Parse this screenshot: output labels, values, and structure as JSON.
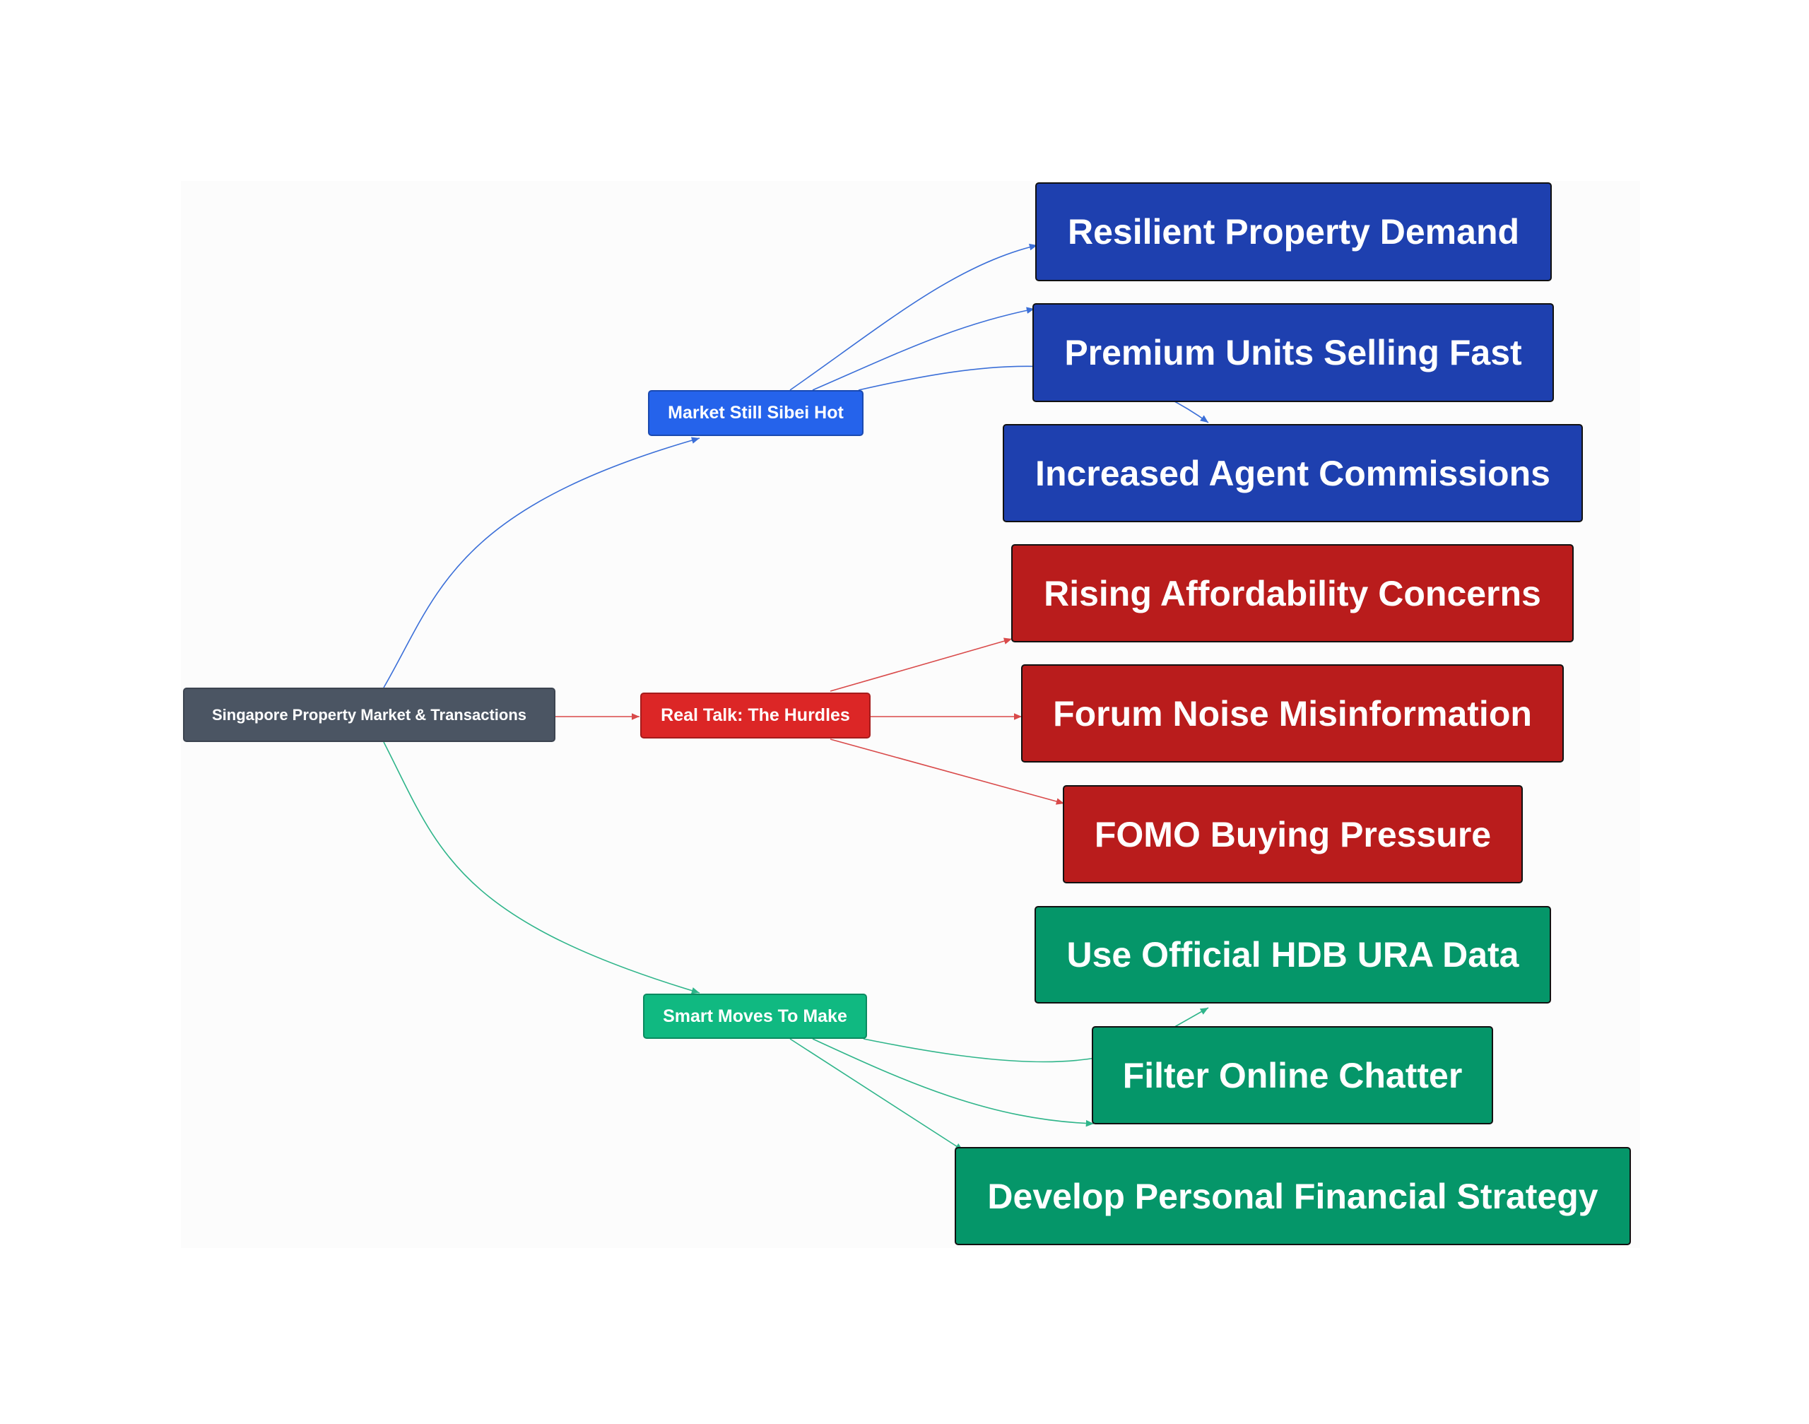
{
  "colors": {
    "root": "#4b5563",
    "blue_branch": "#2563eb",
    "blue_leaf": "#1e40af",
    "red_branch": "#dc2626",
    "red_leaf": "#b91c1c",
    "green_branch": "#10b981",
    "green_leaf": "#059669"
  },
  "root": {
    "label": "Singapore Property Market & Transactions"
  },
  "branches": [
    {
      "label": "Market Still Sibei Hot",
      "color": "blue",
      "leaves": [
        "Resilient Property Demand",
        "Premium Units Selling Fast",
        "Increased Agent Commissions"
      ]
    },
    {
      "label": "Real Talk: The Hurdles",
      "color": "red",
      "leaves": [
        "Rising Affordability Concerns",
        "Forum Noise Misinformation",
        "FOMO Buying Pressure"
      ]
    },
    {
      "label": "Smart Moves To Make",
      "color": "green",
      "leaves": [
        "Use Official HDB URA Data",
        "Filter Online Chatter",
        "Develop Personal Financial Strategy"
      ]
    }
  ]
}
